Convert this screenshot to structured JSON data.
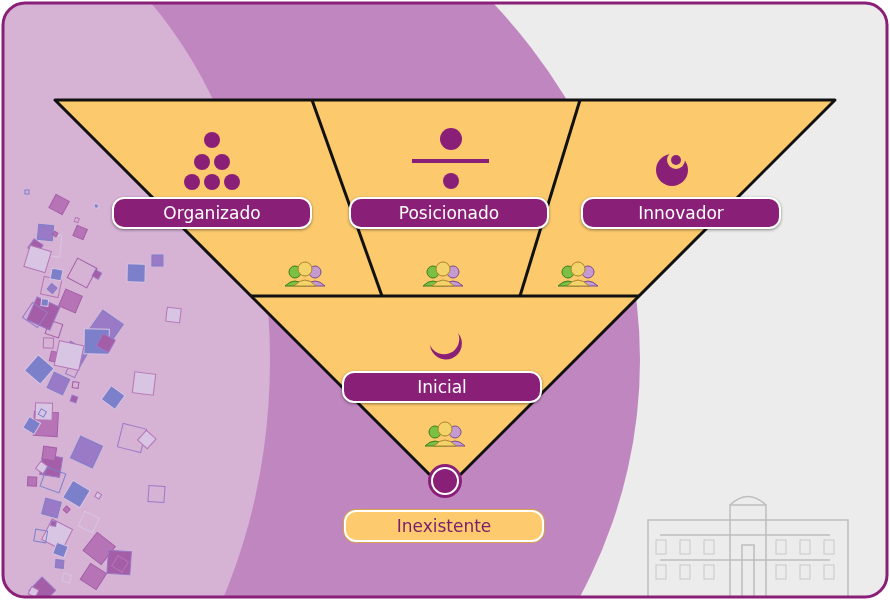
{
  "diagram": {
    "nodes": [
      {
        "text": [
          "Organizado"
        ]
      },
      {
        "text": [
          "Posicionado"
        ]
      },
      {
        "text": [
          "Innovador"
        ]
      },
      {
        "text": [
          "Inicial"
        ]
      },
      {
        "text": [
          "Inexistente"
        ]
      }
    ]
  }
}
